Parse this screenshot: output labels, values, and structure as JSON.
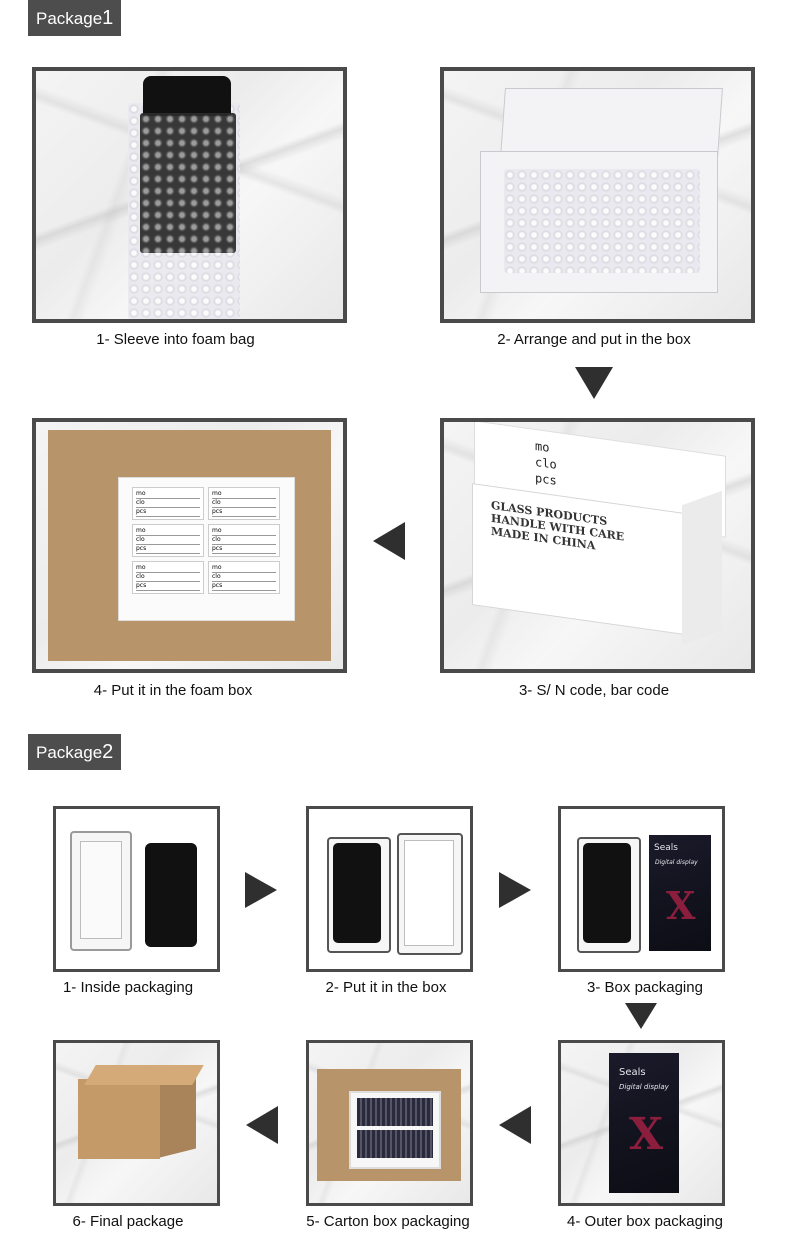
{
  "package1": {
    "tag_text": "Package",
    "tag_num": "1",
    "steps": [
      {
        "caption": "1- Sleeve into foam bag"
      },
      {
        "caption": "2- Arrange and put in the box"
      },
      {
        "caption": "3- S/ N code, bar code"
      },
      {
        "caption": "4- Put it in the foam box"
      }
    ],
    "box_print": {
      "label_lines": [
        "mo",
        "clo",
        "pcs"
      ],
      "warning_lines": [
        "GLASS PRODUCTS",
        "HANDLE WITH CARE",
        "MADE IN CHINA"
      ]
    }
  },
  "package2": {
    "tag_text": "Package",
    "tag_num": "2",
    "steps": [
      {
        "caption": "1- Inside packaging"
      },
      {
        "caption": "2- Put it in the box"
      },
      {
        "caption": "3- Box packaging"
      },
      {
        "caption": "4- Outer box packaging"
      },
      {
        "caption": "5- Carton box packaging"
      },
      {
        "caption": "6- Final package"
      }
    ],
    "brand": "Seals",
    "brand_sub": "Digital display",
    "brand_mark": "X"
  },
  "colors": {
    "tag_bg": "#4d4d4d",
    "frame": "#4a4a4a",
    "arrow": "#2f2f2f",
    "cardboard": "#b8946a"
  }
}
